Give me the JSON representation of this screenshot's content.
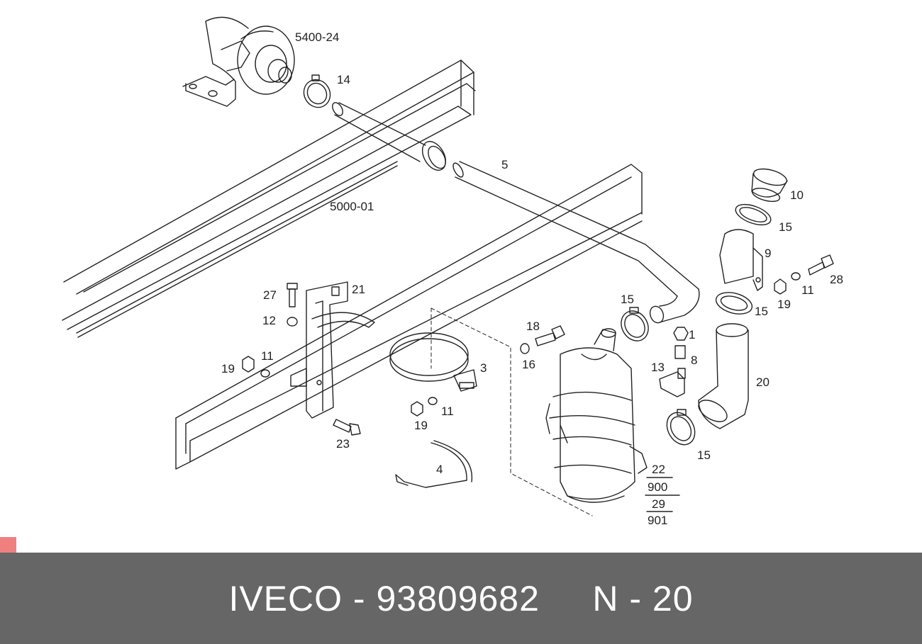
{
  "colors": {
    "line": "#222222",
    "footer_bg": "#666666",
    "footer_text": "#ffffff",
    "corner_marker": "#f08080"
  },
  "callouts": {
    "c5400_24": "5400-24",
    "c14": "14",
    "c5": "5",
    "c5000_01": "5000-01",
    "c10": "10",
    "c15a": "15",
    "c9": "9",
    "c28": "28",
    "c11a": "11",
    "c19a": "19",
    "c15b": "15",
    "c15c": "15",
    "c1": "1",
    "c18": "18",
    "c16": "16",
    "c8": "8",
    "c13": "13",
    "c20": "20",
    "c15d": "15",
    "c27": "27",
    "c21": "21",
    "c12": "12",
    "c11b": "11",
    "c19b": "19",
    "c3": "3",
    "c11c": "11",
    "c19c": "19",
    "c23": "23",
    "c4": "4",
    "c22": "22",
    "c900": "900",
    "c29": "29",
    "c901": "901"
  },
  "footer": {
    "text": "IVECO - 93809682     N - 20"
  }
}
